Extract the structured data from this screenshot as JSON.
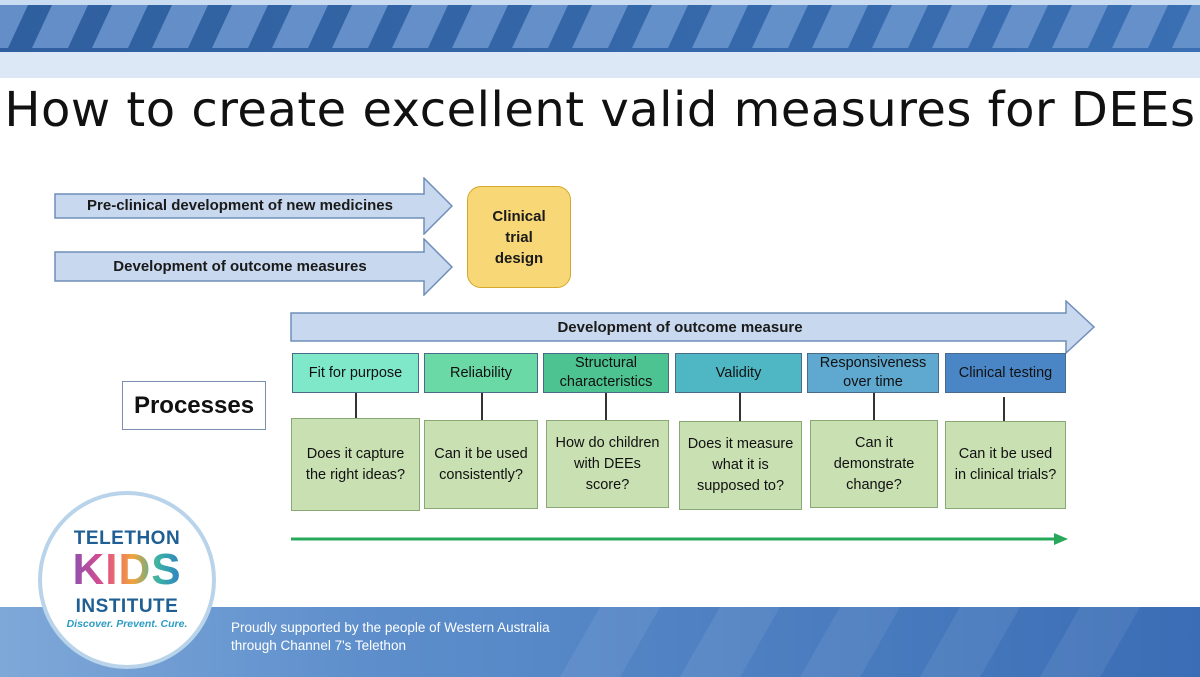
{
  "title": "How to create excellent valid measures for DEEs",
  "arrows": {
    "preclinical": "Pre-clinical development of new medicines",
    "outcome_measures": "Development of outcome measures",
    "outcome_measure": "Development of outcome measure"
  },
  "clinical_trial_design": "Clinical trial design",
  "processes_label": "Processes",
  "processes": [
    {
      "label": "Fit for purpose",
      "question": "Does it capture the right ideas?",
      "color": "#7fe8c8"
    },
    {
      "label": "Reliability",
      "question": "Can it be used consistently?",
      "color": "#6ad9a5"
    },
    {
      "label": "Structural characteristics",
      "question": "How do children with DEEs score?",
      "color": "#4cc391"
    },
    {
      "label": "Validity",
      "question": "Does it measure what it is supposed to?",
      "color": "#4fb7c4"
    },
    {
      "label": "Responsiveness over time",
      "question": "Can it demonstrate change?",
      "color": "#5fa8cf"
    },
    {
      "label": "Clinical testing",
      "question": "Can it be used in clinical trials?",
      "color": "#4a86c5"
    }
  ],
  "logo": {
    "telethon": "TELETHON",
    "kids": "KIDS",
    "institute": "INSTITUTE",
    "tagline": "Discover. Prevent. Cure."
  },
  "support_text": "Proudly supported by the people of Western Australia through Channel 7's Telethon",
  "colors": {
    "arrow_fill": "#c8d8ee",
    "arrow_stroke": "#6f8fb9",
    "question_fill": "#c9e0b3",
    "green_arrow": "#27a85a"
  }
}
